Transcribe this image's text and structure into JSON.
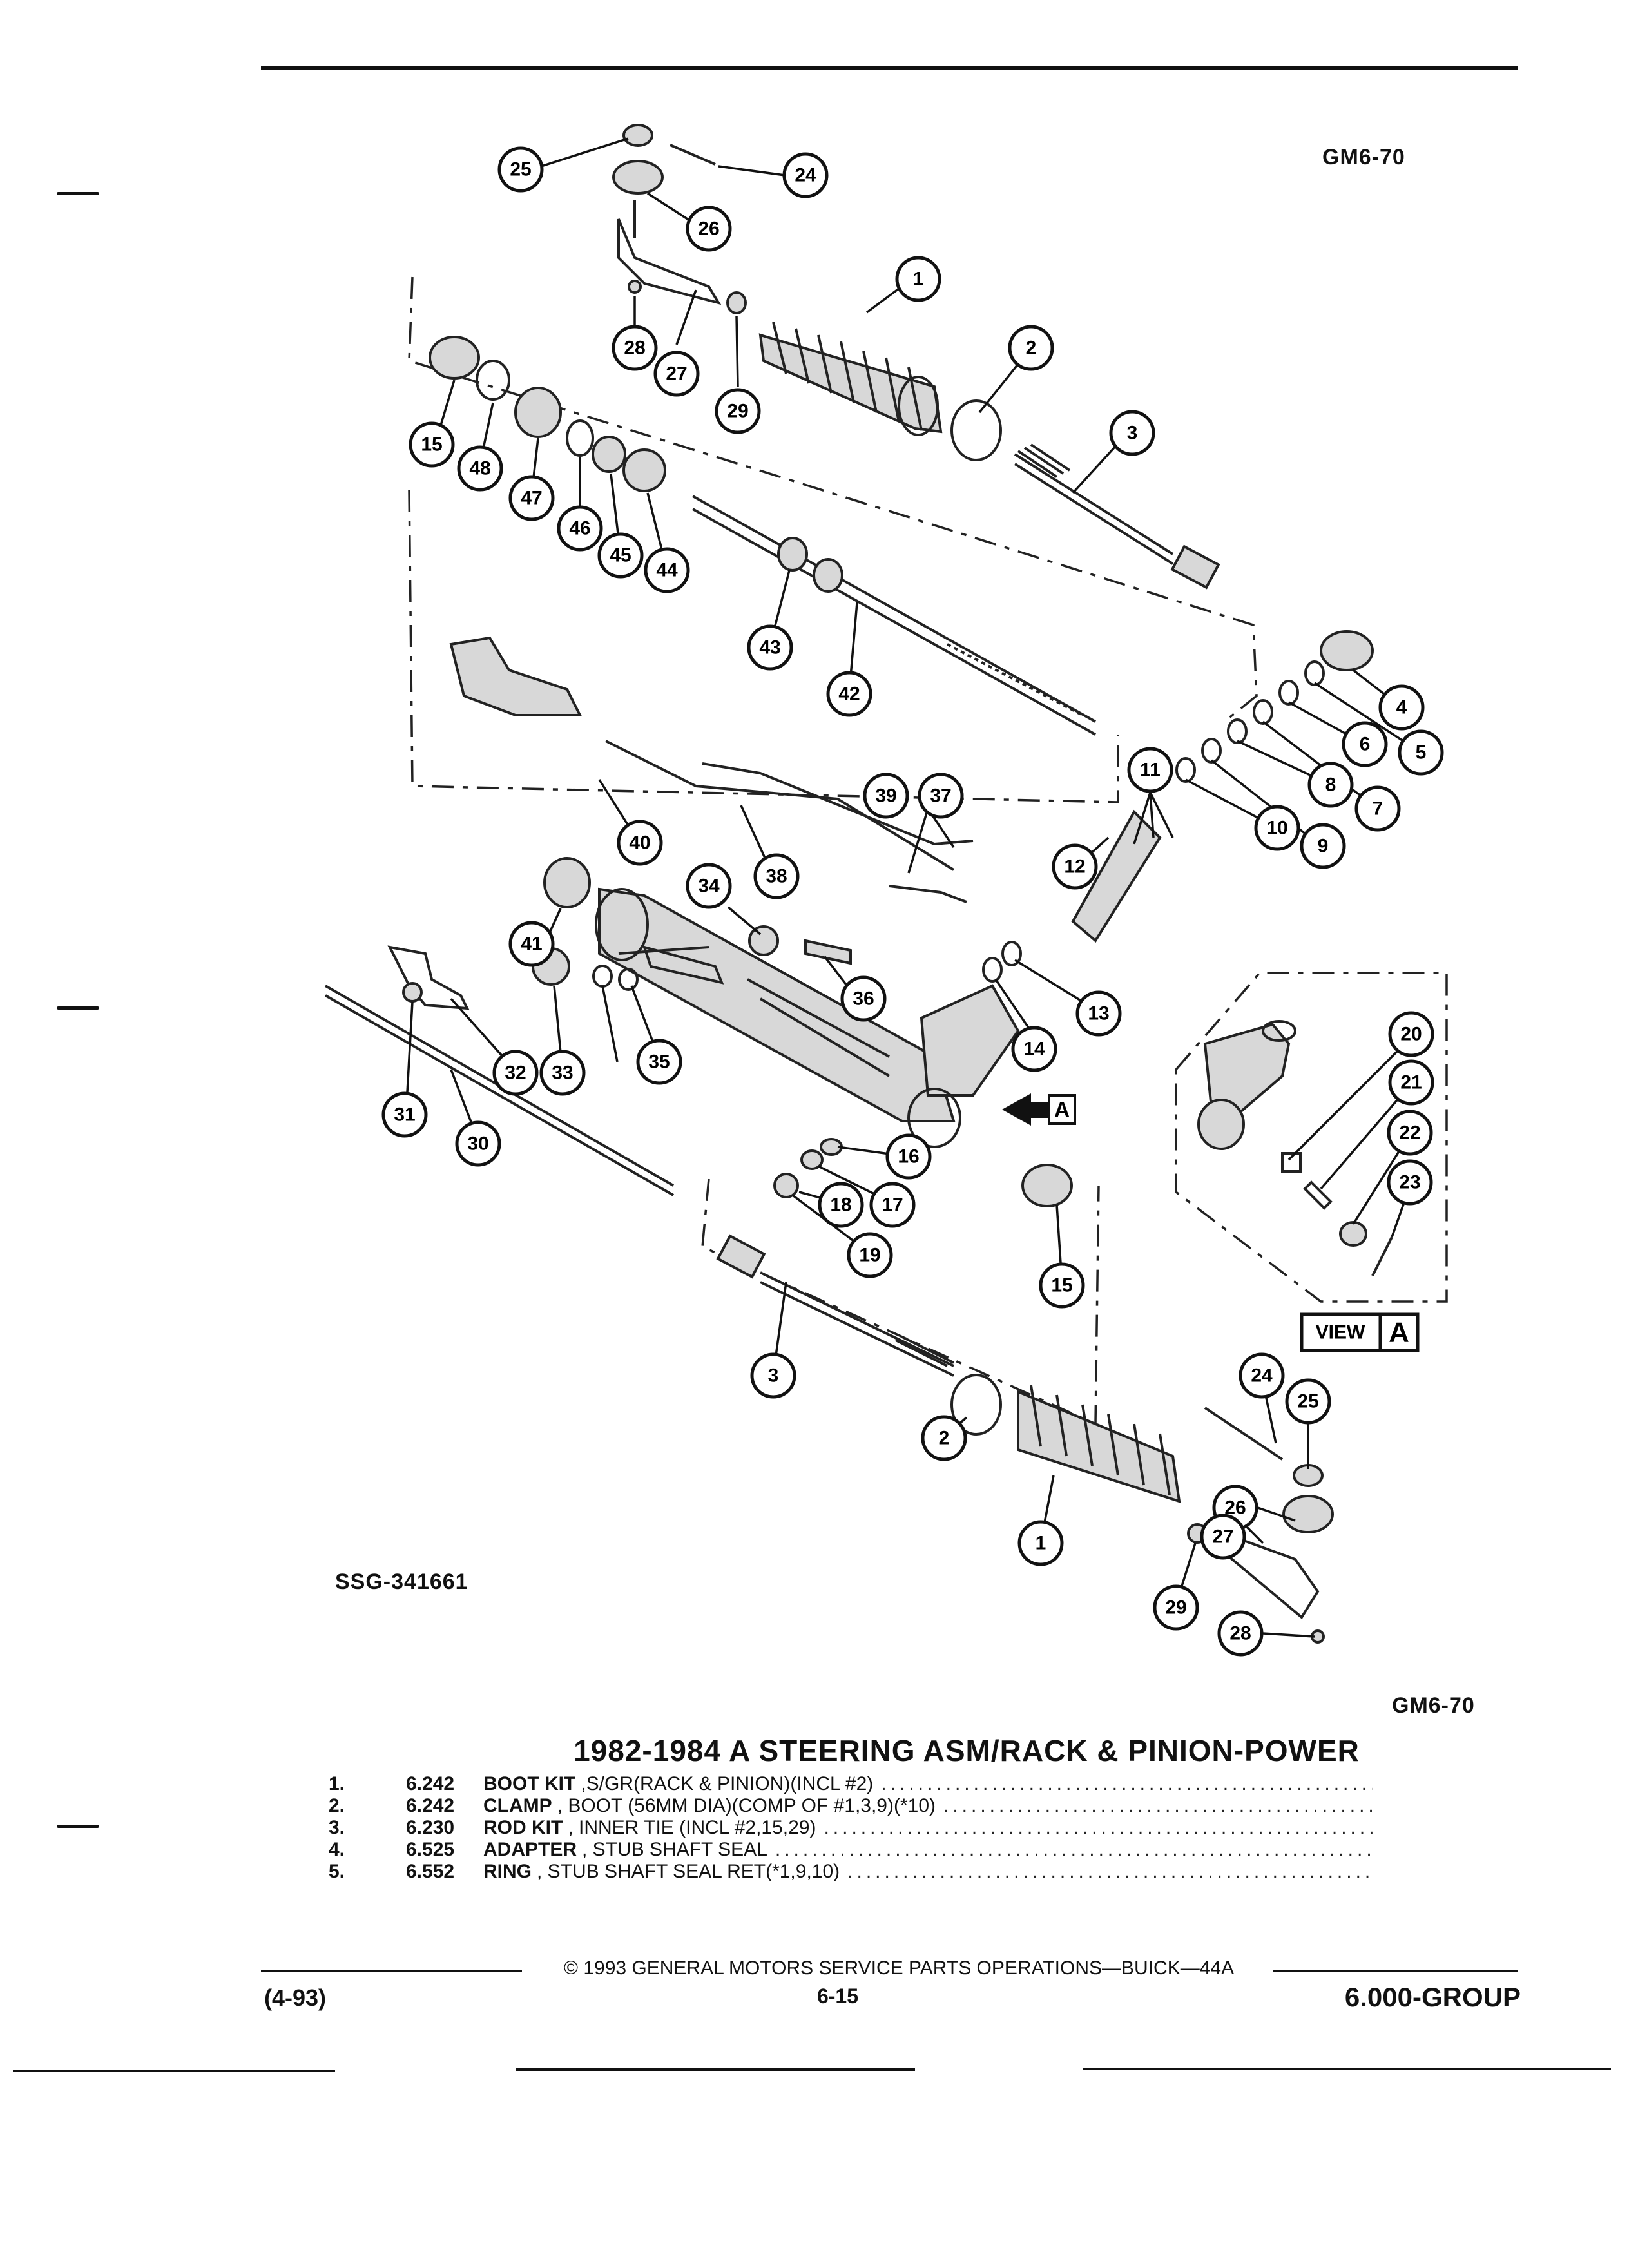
{
  "figure": {
    "code_top": "GM6-70",
    "code_bottom": "GM6-70",
    "ssg": "SSG-341661",
    "view_label": "VIEW",
    "view_letter": "A",
    "arrow_letter": "A",
    "callouts": [
      "25",
      "24",
      "26",
      "1",
      "28",
      "27",
      "29",
      "2",
      "3",
      "15",
      "48",
      "47",
      "46",
      "45",
      "44",
      "43",
      "42",
      "4",
      "5",
      "6",
      "7",
      "8",
      "9",
      "10",
      "11",
      "12",
      "13",
      "14",
      "39",
      "37",
      "38",
      "40",
      "34",
      "36",
      "41",
      "31",
      "32",
      "33",
      "35",
      "30",
      "16",
      "17",
      "18",
      "19",
      "20",
      "21",
      "22",
      "23",
      "15",
      "3",
      "2",
      "1",
      "24",
      "25",
      "26",
      "27",
      "28",
      "29"
    ]
  },
  "title": "1982-1984 A STEERING ASM/RACK & PINION-POWER",
  "parts": [
    {
      "num": "1.",
      "code": "6.242",
      "name": "BOOT KIT",
      "desc": ",S/GR(RACK & PINION)(INCL #2)"
    },
    {
      "num": "2.",
      "code": "6.242",
      "name": "CLAMP",
      "desc": ", BOOT (56MM DIA)(COMP OF #1,3,9)(*10)"
    },
    {
      "num": "3.",
      "code": "6.230",
      "name": "ROD KIT",
      "desc": ", INNER TIE (INCL #2,15,29)"
    },
    {
      "num": "4.",
      "code": "6.525",
      "name": "ADAPTER",
      "desc": ", STUB SHAFT SEAL"
    },
    {
      "num": "5.",
      "code": "6.552",
      "name": "RING",
      "desc": ", STUB SHAFT SEAL RET(*1,9,10)"
    }
  ],
  "footer": {
    "copyright": "© 1993 GENERAL MOTORS SERVICE PARTS OPERATIONS—BUICK—44A",
    "date": "(4-93)",
    "page": "6-15",
    "group": "6.000-GROUP"
  }
}
